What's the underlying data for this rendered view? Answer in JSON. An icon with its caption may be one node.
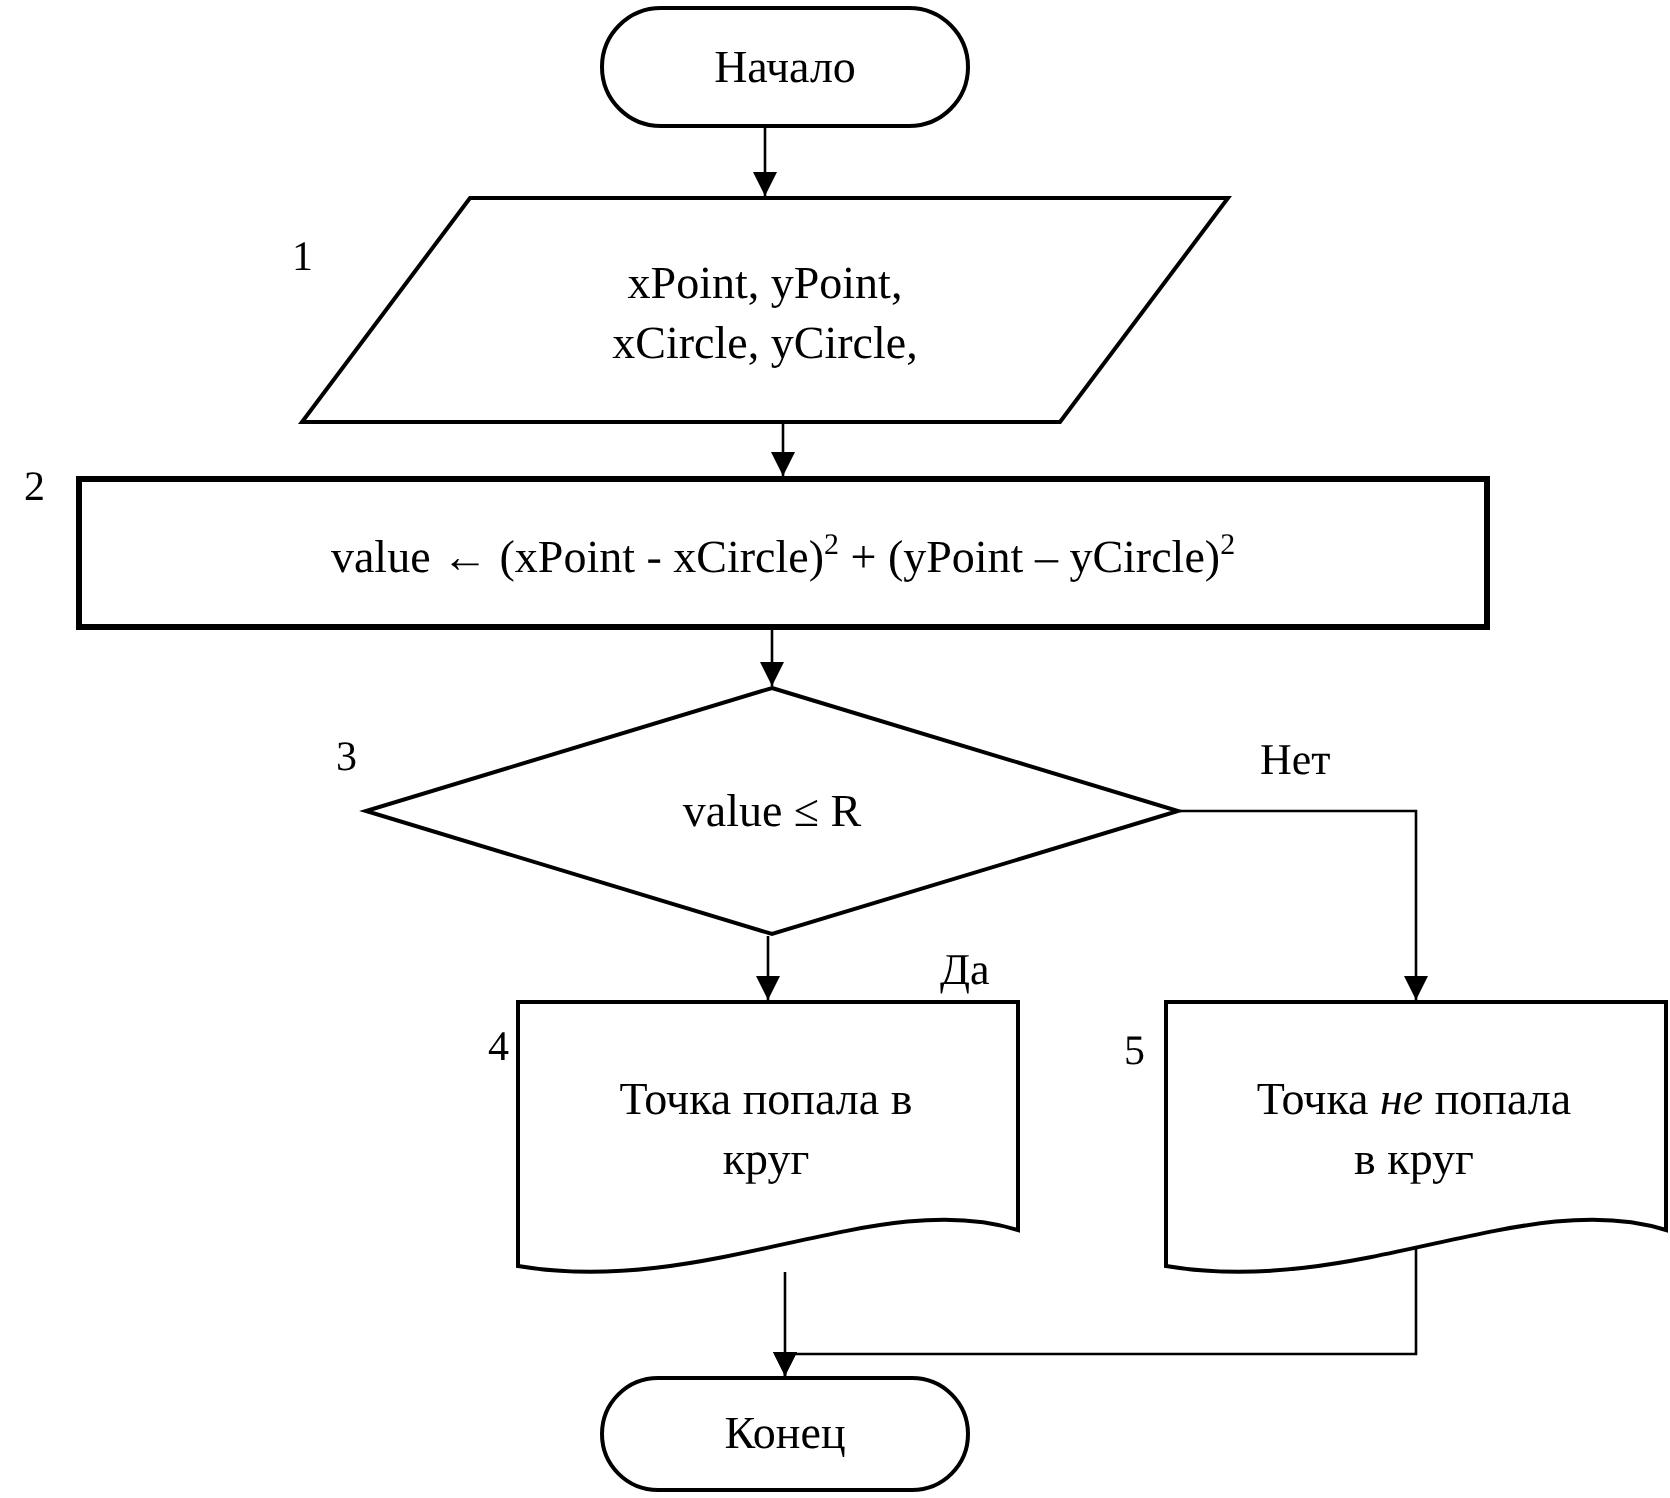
{
  "diagram": {
    "nodes": [
      {
        "text": [
          "Начало"
        ]
      },
      {
        "text": [
          "xPoint, yPoint, xCircle, yCircle,"
        ]
      },
      {
        "text": [
          "value ← (xPoint - xCircle)$^{2}$ + (yPoint – yCircle)$^{2}$"
        ]
      },
      {
        "text": [
          "value ≤ R"
        ]
      },
      {
        "text": [
          "Точка попала в круг"
        ]
      },
      {
        "text": [
          "Точка *не* попала в круг"
        ]
      },
      {
        "text": [
          "Конец"
        ]
      }
    ],
    "edges": [
      {
        "from": 0,
        "to": 1,
        "arrow": "to"
      },
      {
        "from": 1,
        "to": 2,
        "arrow": "to"
      },
      {
        "from": 2,
        "to": 3,
        "arrow": "to"
      },
      {
        "from": 3,
        "to": 4,
        "arrow": "to",
        "label": "Да"
      },
      {
        "from": 3,
        "to": 5,
        "arrow": "to",
        "label": "Нет"
      },
      {
        "from": 4,
        "to": 6,
        "arrow": "to"
      },
      {
        "from": 5,
        "to": 6,
        "arrow": "to"
      }
    ],
    "labels": [
      "1",
      "2",
      "3",
      "4",
      "5"
    ]
  }
}
